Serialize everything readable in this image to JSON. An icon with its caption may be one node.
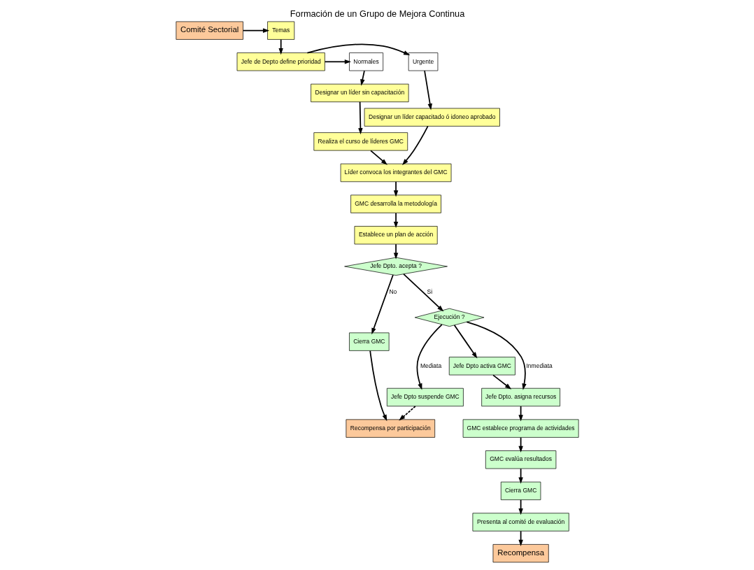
{
  "diagram": {
    "title": "Formación de un Grupo de Mejora Continua",
    "nodes": [
      {
        "text": [
          "Comité Sectorial"
        ]
      },
      {
        "text": [
          "Temas"
        ]
      },
      {
        "text": [
          "Jefe de Depto define prioridad"
        ]
      },
      {
        "text": [
          "Urgente"
        ]
      },
      {
        "text": [
          "Normales"
        ]
      },
      {
        "text": [
          "Designar un líder capacitado ó idoneo aprobado"
        ]
      },
      {
        "text": [
          "Designar un líder sin capacitación"
        ]
      },
      {
        "text": [
          "Realiza el curso de líderes GMC"
        ]
      },
      {
        "text": [
          "Líder convoca los integrantes del GMC"
        ]
      },
      {
        "text": [
          "GMC desarrolla la metodología"
        ]
      },
      {
        "text": [
          "Establece un plan de acción"
        ]
      },
      {
        "text": [
          "Jefe Dpto. acepta ?"
        ]
      },
      {
        "text": [
          "Cierra GMC"
        ]
      },
      {
        "text": [
          "Recompensa por participación"
        ]
      },
      {
        "text": [
          "Ejecución ?"
        ]
      },
      {
        "text": [
          "Jefe Dpto suspende GMC"
        ]
      },
      {
        "text": [
          "Jefe Dpto activa GMC"
        ]
      },
      {
        "text": [
          "Jefe Dpto. asigna recursos"
        ]
      },
      {
        "text": [
          "GMC establece programa de actividades"
        ]
      },
      {
        "text": [
          "GMC evalúa resultados"
        ]
      },
      {
        "text": [
          "Cierra GMC"
        ]
      },
      {
        "text": [
          "Presenta al comité de evaluación"
        ]
      },
      {
        "text": [
          "Recompensa"
        ]
      }
    ],
    "edges": [
      {
        "from": 0,
        "to": 1,
        "arrow": "to"
      },
      {
        "from": 1,
        "to": 2,
        "arrow": "to"
      },
      {
        "from": 2,
        "to": 3,
        "arrow": "to"
      },
      {
        "from": 2,
        "to": 4,
        "arrow": "to"
      },
      {
        "from": 3,
        "to": 5,
        "arrow": "to"
      },
      {
        "from": 4,
        "to": 6,
        "arrow": "to"
      },
      {
        "from": 6,
        "to": 7,
        "arrow": "to"
      },
      {
        "from": 5,
        "to": 8,
        "arrow": "to"
      },
      {
        "from": 7,
        "to": 8,
        "arrow": "to"
      },
      {
        "from": 8,
        "to": 9,
        "arrow": "to"
      },
      {
        "from": 9,
        "to": 10,
        "arrow": "to"
      },
      {
        "from": 10,
        "to": 11,
        "arrow": "to"
      },
      {
        "from": 11,
        "to": 12,
        "arrow": "to",
        "label": "No"
      },
      {
        "from": 11,
        "to": 14,
        "arrow": "to",
        "label": "Si"
      },
      {
        "from": 12,
        "to": 13,
        "arrow": "to"
      },
      {
        "from": 14,
        "to": 17,
        "arrow": "to",
        "label": "Inmediata"
      },
      {
        "from": 14,
        "to": 15,
        "arrow": "to",
        "label": "Mediata"
      },
      {
        "from": 14,
        "to": 16,
        "arrow": "to"
      },
      {
        "from": 15,
        "to": 13,
        "arrow": "to",
        "style": "dashed"
      },
      {
        "from": 16,
        "to": 17,
        "arrow": "to"
      },
      {
        "from": 17,
        "to": 18,
        "arrow": "to"
      },
      {
        "from": 18,
        "to": 19,
        "arrow": "to"
      },
      {
        "from": 19,
        "to": 20,
        "arrow": "to"
      },
      {
        "from": 20,
        "to": 21,
        "arrow": "to"
      },
      {
        "from": 21,
        "to": 22,
        "arrow": "to"
      }
    ]
  }
}
